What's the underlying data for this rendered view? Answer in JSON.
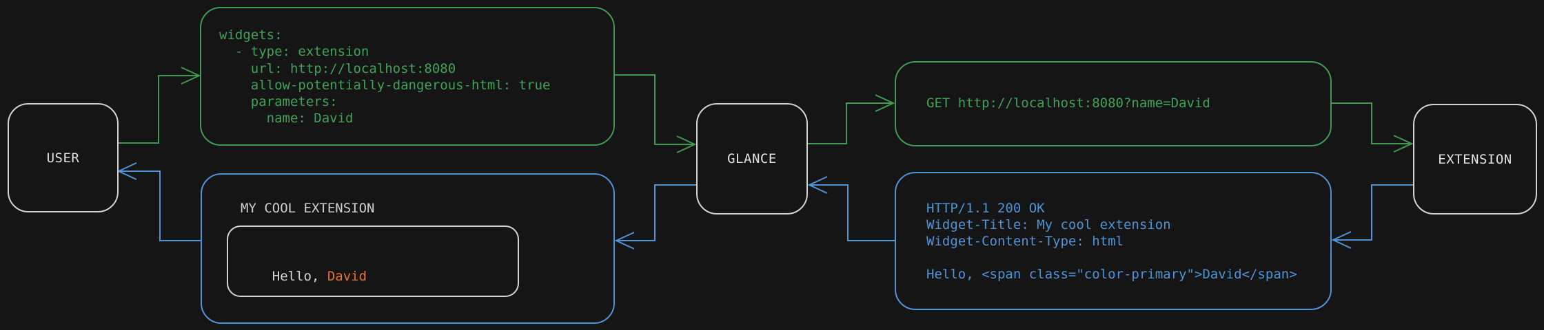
{
  "diagram": {
    "nodes": {
      "user": {
        "label": "USER"
      },
      "glance": {
        "label": "GLANCE"
      },
      "extension": {
        "label": "EXTENSION"
      }
    },
    "config_yaml": {
      "lines": [
        "widgets:",
        "  - type: extension",
        "    url: http://localhost:8080",
        "    allow-potentially-dangerous-html: true",
        "    parameters:",
        "      name: David"
      ]
    },
    "http_request": {
      "lines": [
        "GET http://localhost:8080?name=David"
      ]
    },
    "http_response": {
      "lines": [
        "HTTP/1.1 200 OK",
        "Widget-Title: My cool extension",
        "Widget-Content-Type: html",
        "",
        "Hello, <span class=\"color-primary\">David</span>"
      ]
    },
    "widget_preview": {
      "title": "MY COOL EXTENSION",
      "greeting_prefix": "Hello, ",
      "greeting_name": "David"
    },
    "colors": {
      "request_green": "#3e9b51",
      "response_blue": "#4d94d9",
      "primary_orange": "#e8722e",
      "neutral_border": "#d4d4d4",
      "background": "#151515"
    }
  }
}
